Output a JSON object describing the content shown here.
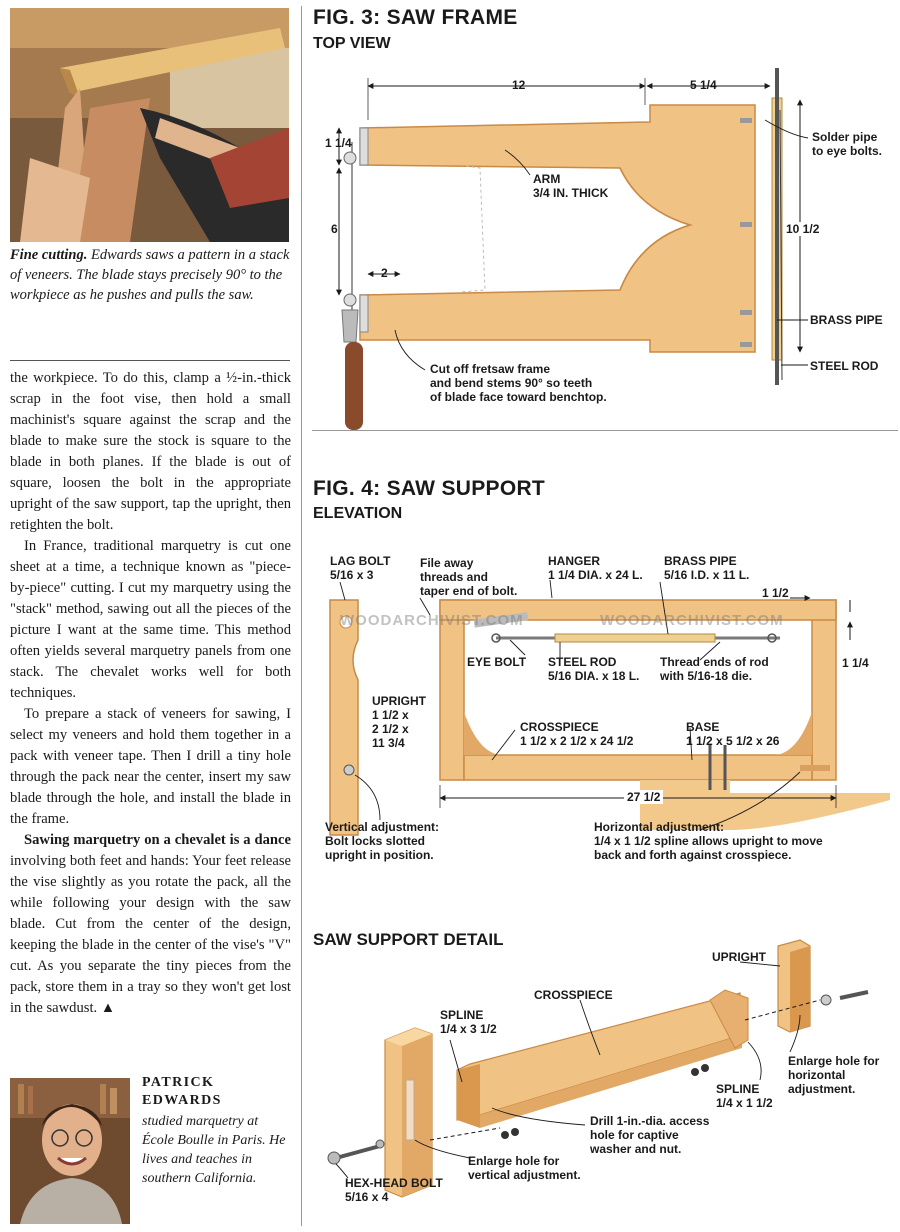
{
  "caption": {
    "lead": "Fine cutting.",
    "text": "Edwards saws a pattern in a stack of veneers. The blade stays precisely 90° to the workpiece as he pushes and pulls the saw."
  },
  "article": {
    "p1": "the workpiece. To do this, clamp a ½-in.-thick scrap in the foot vise, then hold a small machinist's square against the scrap and the blade to make sure the stock is square to the blade in both planes. If the blade is out of square, loosen the bolt in the appropriate upright of the saw support, tap the upright, then retighten the bolt.",
    "p2": "In France, traditional marquetry is cut one sheet at a time, a technique known as \"piece-by-piece\" cutting. I cut my marquetry using the \"stack\" method, sawing out all the pieces of the picture I want at the same time. This method often yields several marquetry panels from one stack. The chevalet works well for both techniques.",
    "p3": "To prepare a stack of veneers for sawing, I select my veneers and hold them together in a pack with veneer tape. Then I drill a tiny hole through the pack near the center, insert my saw blade through the hole, and install the blade in the frame.",
    "p4_lead": "Sawing marquetry on a chevalet is a dance",
    "p4": "involving both feet and hands: Your feet release the vise slightly as you rotate the pack, all the while following your design with the saw blade. Cut from the center of the design, keeping the blade in the center of the vise's \"V\" cut. As you separate the tiny pieces from the pack, store them in a tray so they won't get lost in the sawdust. ▲"
  },
  "bio": {
    "name_line1": "PATRICK",
    "name_line2": "EDWARDS",
    "text": "studied marquetry at École Boulle in Paris. He lives and teaches in southern California."
  },
  "fig3": {
    "title": "FIG. 3: SAW FRAME",
    "subtitle": "TOP VIEW",
    "dim_12": "12",
    "dim_5_1_4": "5 1/4",
    "dim_1_1_4": "1 1/4",
    "dim_6": "6",
    "dim_2": "2",
    "dim_10_1_2": "10 1/2",
    "arm": "ARM\n3/4 IN. THICK",
    "solder": "Solder pipe\nto eye bolts.",
    "brass_pipe": "BRASS PIPE",
    "steel_rod": "STEEL ROD",
    "cut_off": "Cut off fretsaw frame\nand bend stems 90° so teeth\nof blade face toward benchtop."
  },
  "fig4": {
    "title": "FIG. 4: SAW SUPPORT",
    "subtitle": "ELEVATION",
    "lag_bolt": "LAG BOLT\n5/16 x 3",
    "file_away": "File away\nthreads and\ntaper end of bolt.",
    "hanger": "HANGER\n1 1/4 DIA. x 24 L.",
    "brass_pipe": "BRASS PIPE\n5/16 I.D. x 11 L.",
    "dim_1_1_2": "1 1/2",
    "dim_1_1_4": "1 1/4",
    "eye_bolt": "EYE BOLT",
    "steel_rod": "STEEL ROD\n5/16 DIA. x 18 L.",
    "thread_ends": "Thread ends of rod\nwith 5/16-18 die.",
    "upright": "UPRIGHT\n1 1/2 x\n2 1/2 x\n11 3/4",
    "crosspiece": "CROSSPIECE\n1 1/2 x 2 1/2 x 24 1/2",
    "base": "BASE\n1 1/2 x 5 1/2 x 26",
    "dim_27_1_2": "27 1/2",
    "vertical_adj": "Vertical adjustment:\nBolt locks slotted\nupright in position.",
    "horizontal_adj": "Horizontal adjustment:\n1/4 x 1 1/2 spline allows upright to move\nback and forth against crosspiece.",
    "watermark": "WOODARCHIVIST.COM"
  },
  "detail": {
    "title": "SAW SUPPORT DETAIL",
    "upright": "UPRIGHT",
    "crosspiece": "CROSSPIECE",
    "spline_left": "SPLINE\n1/4 x 3 1/2",
    "enlarge_h": "Enlarge hole for\nhorizontal\nadjustment.",
    "spline_right": "SPLINE\n1/4 x 1 1/2",
    "drill": "Drill 1-in.-dia. access\nhole for captive\nwasher and nut.",
    "enlarge_v": "Enlarge hole for\nvertical adjustment.",
    "hex_bolt": "HEX-HEAD BOLT\n5/16 x 4"
  },
  "colors": {
    "wood_light": "#f2c98a",
    "wood_mid": "#e2a866",
    "wood_dark": "#c98a45",
    "handle": "#8a4a2c",
    "ink": "#1a1a1a"
  }
}
